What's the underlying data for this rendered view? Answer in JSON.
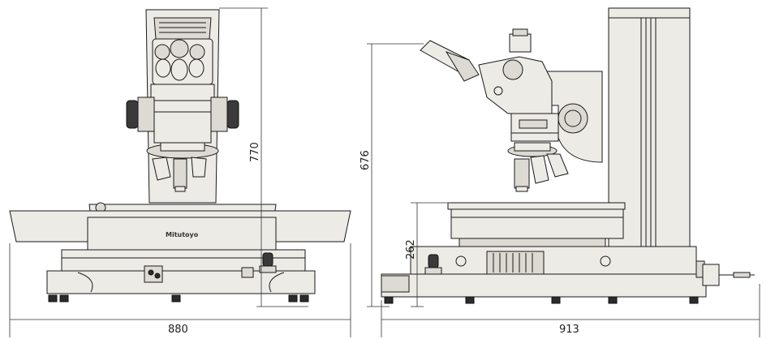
{
  "dimensions": {
    "front_width": "880",
    "front_height": "770",
    "side_width": "913",
    "side_height": "676",
    "stage_height": "262"
  },
  "brand_label": "Mitutoyo"
}
